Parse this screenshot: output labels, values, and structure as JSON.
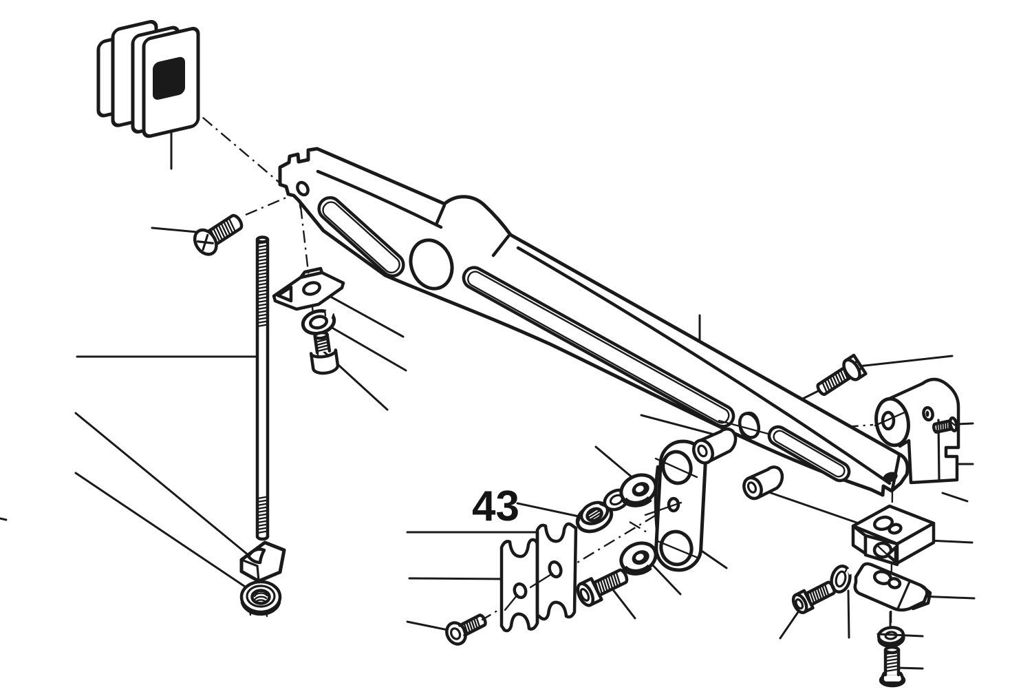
{
  "figure": {
    "type": "exploded-parts-diagram",
    "callout": {
      "label": "43",
      "points_to": "flange-lock-nut"
    },
    "colors": {
      "line": "#1a1a1a",
      "background": "#ffffff",
      "fill_dark": "#1a1a1a"
    },
    "parts": [
      {
        "id": "buffer-pad-stack"
      },
      {
        "id": "phillips-screw"
      },
      {
        "id": "threaded-rod"
      },
      {
        "id": "retainer-clip"
      },
      {
        "id": "split-lock-washer"
      },
      {
        "id": "shoulder-screw"
      },
      {
        "id": "main-arm"
      },
      {
        "id": "flange-lock-nut"
      },
      {
        "id": "small-flat-washer"
      },
      {
        "id": "upper-ball-bearing"
      },
      {
        "id": "link-plate"
      },
      {
        "id": "upper-spacer-bushing"
      },
      {
        "id": "lower-spacer-bushing"
      },
      {
        "id": "lower-ball-bearing"
      },
      {
        "id": "center-socket-screw"
      },
      {
        "id": "damper-plate"
      },
      {
        "id": "button-head-screw"
      },
      {
        "id": "hex-bolt"
      },
      {
        "id": "pivot-housing"
      },
      {
        "id": "housing-set-screw"
      },
      {
        "id": "clamp-block"
      },
      {
        "id": "mount-bracket"
      },
      {
        "id": "right-lock-washer"
      },
      {
        "id": "right-socket-screw"
      },
      {
        "id": "bottom-flat-washer"
      },
      {
        "id": "stud-bolt"
      },
      {
        "id": "wedge-bracket"
      },
      {
        "id": "large-hex-nut"
      }
    ]
  }
}
